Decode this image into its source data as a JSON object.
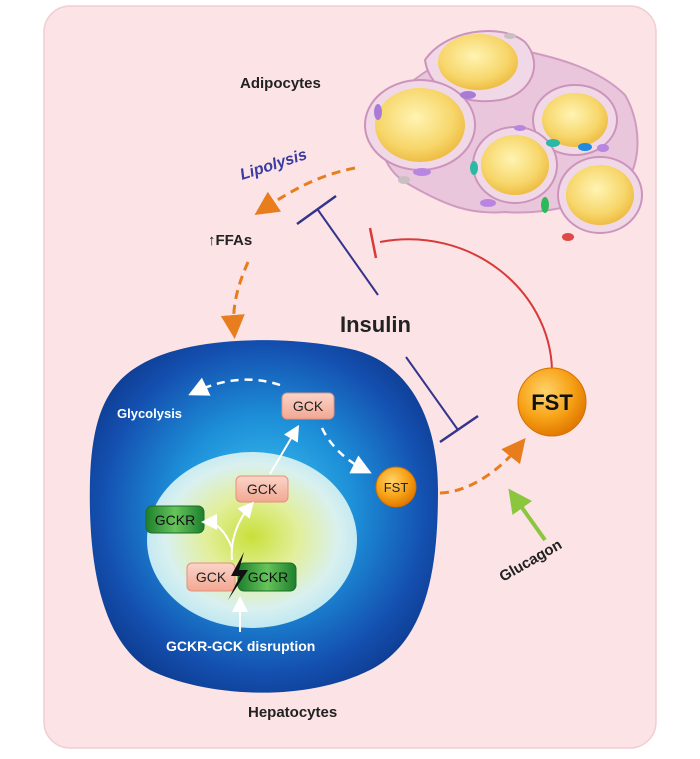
{
  "labels": {
    "adipocytes": "Adipocytes",
    "lipolysis": "Lipolysis",
    "ffas": "↑FFAs",
    "insulin": "Insulin",
    "fst_large": "FST",
    "fst_small": "FST",
    "glycolysis": "Glycolysis",
    "gck_cytoplasm": "GCK",
    "gck_nucleus": "GCK",
    "gckr_free": "GCKR",
    "gck_complex": "GCK",
    "gckr_complex": "GCKR",
    "disruption": "GCKR-GCK disruption",
    "glucagon": "Glucagon",
    "hepatocytes": "Hepatocytes"
  },
  "colors": {
    "panel_background": "#fbe3e6",
    "cell_outer": "#0f3f9a",
    "nucleus_center": "#d8e84a",
    "gck_box": "#f6b9a8",
    "gckr_box": "#2f9b3c",
    "fst_orange": "#f08a00",
    "lipolysis_text": "#3c3ca0",
    "insulin_inhibition": "#34348c",
    "fst_inhibition": "#d83a3a",
    "glucagon_arrow": "#8cc63f",
    "dashed_arrow_orange": "#e87d1e"
  }
}
